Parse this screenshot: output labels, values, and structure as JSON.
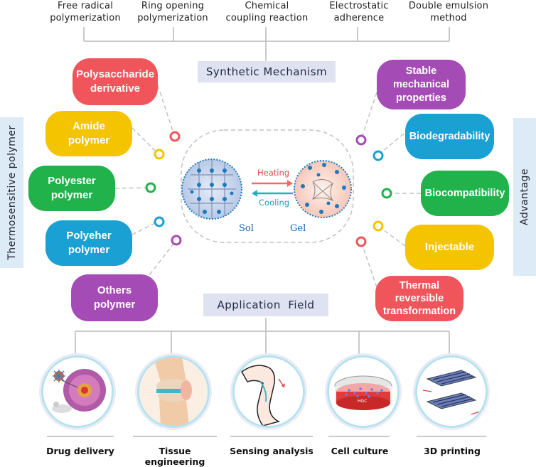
{
  "top_methods": [
    {
      "label": "Free radical\npolymerization"
    },
    {
      "label": "Ring opening\npolymerization"
    },
    {
      "label": "Chemical\ncoupling reaction"
    },
    {
      "label": "Electrostatic\nadherence"
    },
    {
      "label": "Double emulsion\nmethod"
    }
  ],
  "synthetic_mechanism": "Synthetic Mechanism",
  "application_field": "Application  Field",
  "left_side_label": "Thermosensitive polymer",
  "right_side_label": "Advantage",
  "polymers": [
    {
      "label": "Polysaccharide\nderivative",
      "color": "#f0555b"
    },
    {
      "label": "Amide\npolymer",
      "color": "#f5c400"
    },
    {
      "label": "Polyester\npolymer",
      "color": "#22b24c"
    },
    {
      "label": "Polyeher\npolymer",
      "color": "#1aa0d2"
    },
    {
      "label": "Others\npolymer",
      "color": "#a54bb5"
    }
  ],
  "advantages": [
    {
      "label": "Stable\nmechanical\nproperties",
      "color": "#a54bb5"
    },
    {
      "label": "Biodegradability",
      "color": "#1aa0d2"
    },
    {
      "label": "Biocompatibility",
      "color": "#22b24c"
    },
    {
      "label": "Injectable",
      "color": "#f5c400"
    },
    {
      "label": "Thermal\nreversible\ntransformation",
      "color": "#f0555b"
    }
  ],
  "center": {
    "heating": "Heating",
    "cooling": "Cooling",
    "sol": "Sol",
    "gel": "Gel"
  },
  "applications": [
    {
      "label": "Drug delivery",
      "icon": "drug-delivery-icon"
    },
    {
      "label": "Tissue engineering",
      "icon": "knee-joint-icon"
    },
    {
      "label": "Sensing analysis",
      "icon": "arm-sensor-icon"
    },
    {
      "label": "Cell culture",
      "icon": "petri-dish-icon"
    },
    {
      "label": "3D printing",
      "icon": "printed-layers-icon"
    }
  ],
  "dish_label": "HGC"
}
